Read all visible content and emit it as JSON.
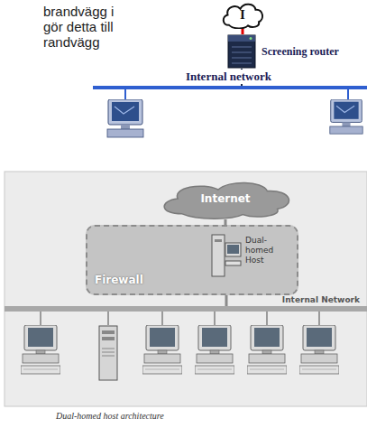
{
  "diagram": {
    "caption": "Dual-homed host architecture",
    "nodes": [
      {
        "text": [
          "I"
        ]
      },
      {
        "text": [
          "Screening router"
        ]
      },
      {
        "text": [
          "Internal network"
        ]
      },
      {
        "text": [
          "Internet"
        ]
      },
      {
        "text": [
          "Firewall"
        ]
      },
      {
        "text": [
          "Dual-homed Host"
        ],
        "in": 4
      },
      {
        "text": [
          "Internal Network"
        ]
      }
    ],
    "edges": [
      {
        "from": 0,
        "to": 1,
        "arrow": "none"
      },
      {
        "from": 1,
        "to": 2,
        "arrow": "none"
      },
      {
        "from": 3,
        "to": 5,
        "arrow": "none"
      },
      {
        "from": 5,
        "to": 6,
        "arrow": "none"
      }
    ],
    "labels": [
      "brandvägg i gör detta till randvägg"
    ]
  }
}
